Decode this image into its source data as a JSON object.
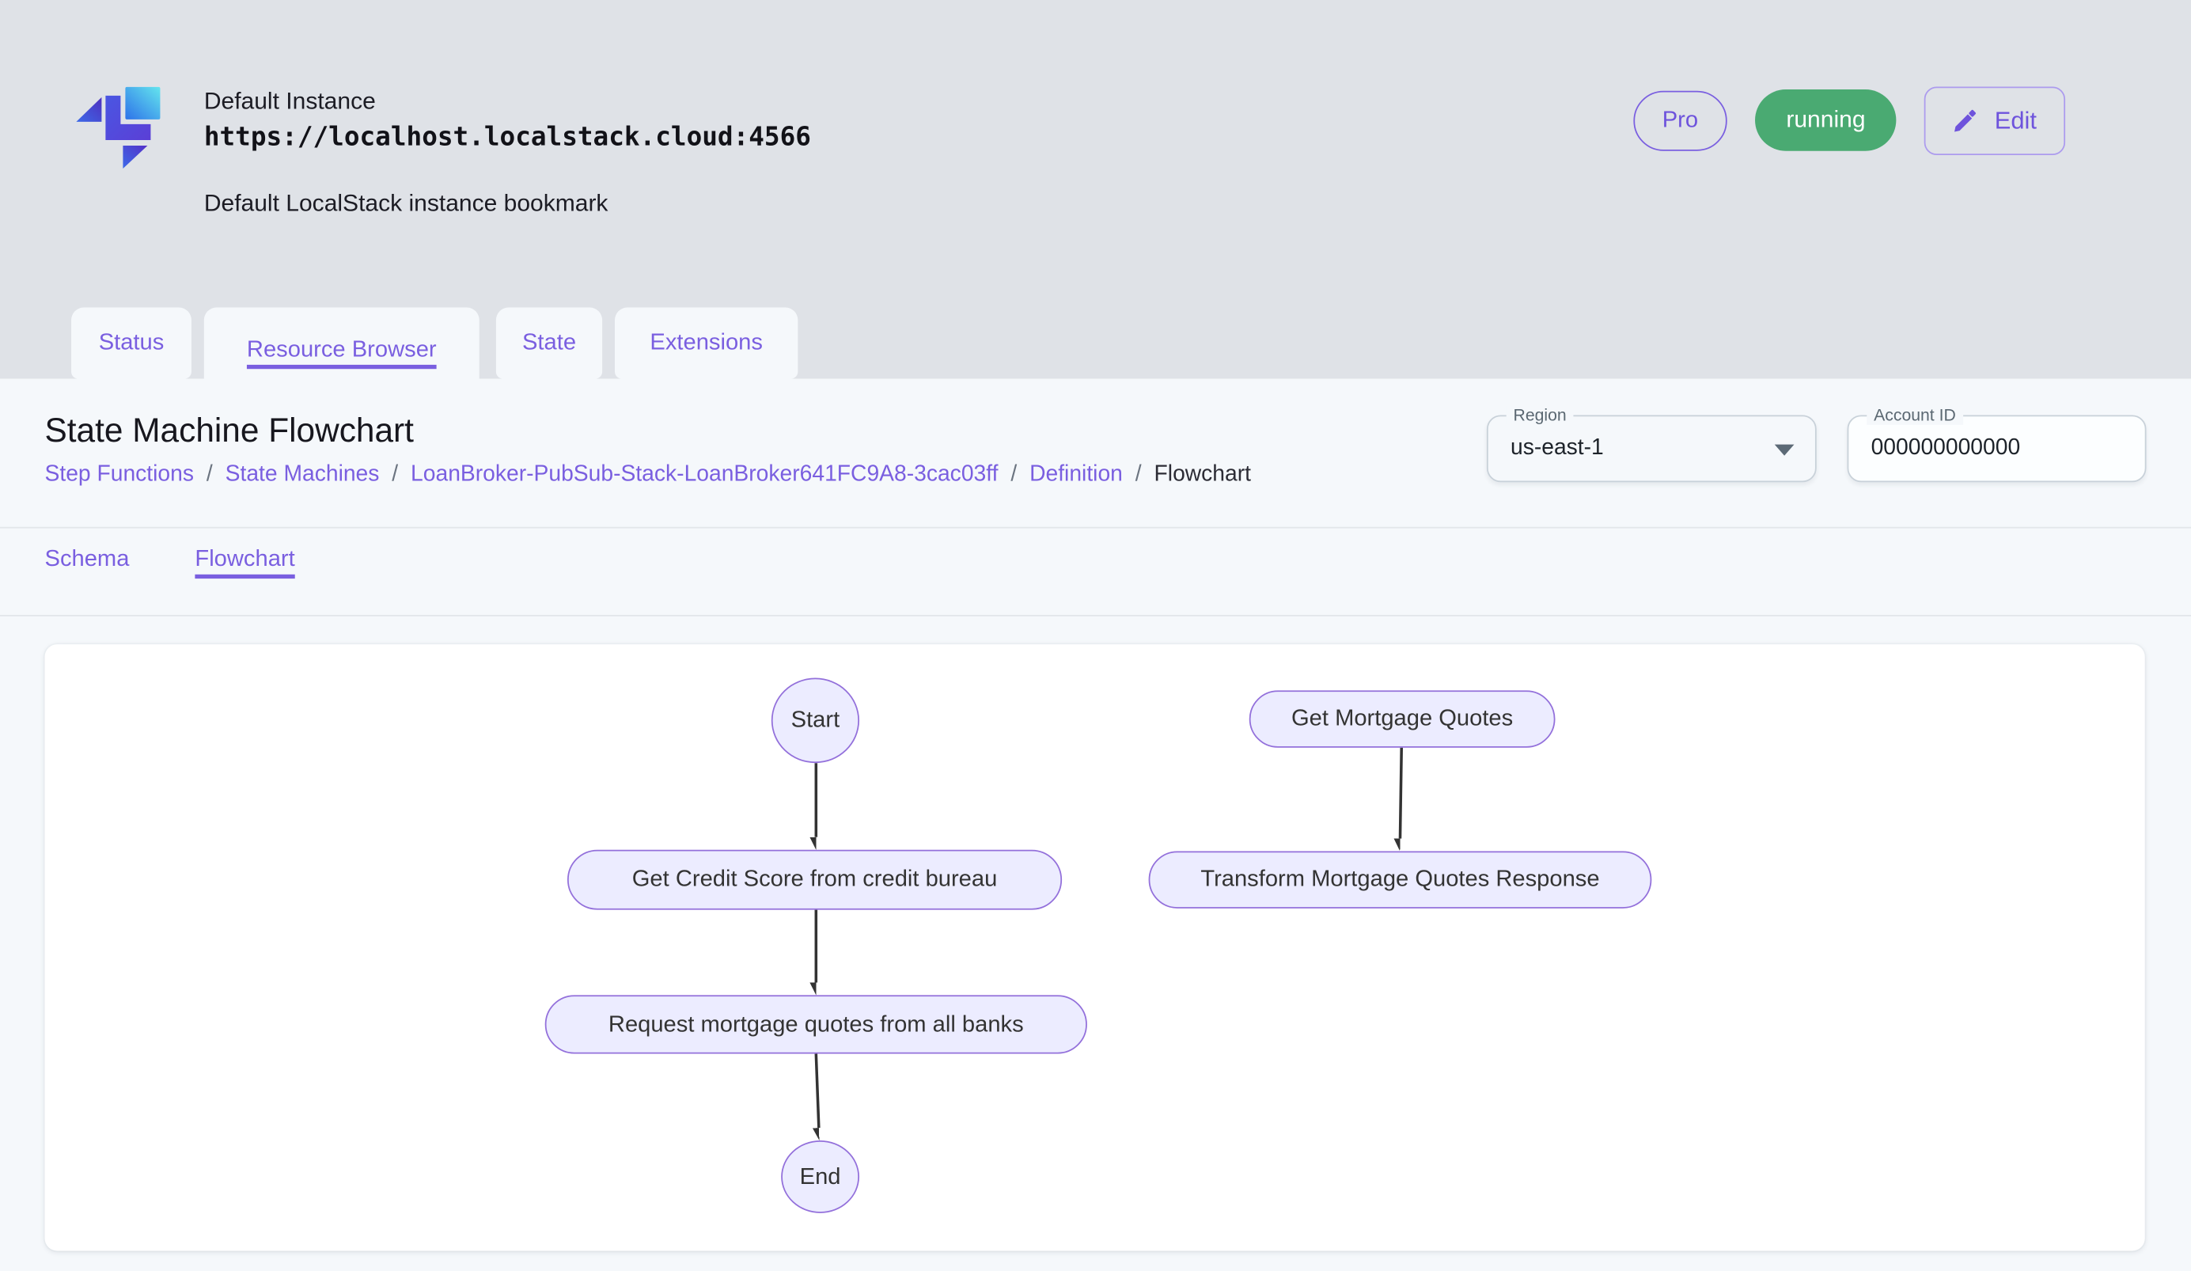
{
  "header": {
    "instance_label": "Default Instance",
    "instance_url": "https://localhost.localstack.cloud:4566",
    "instance_description": "Default LocalStack instance bookmark",
    "pro_badge": "Pro",
    "status_badge": "running",
    "edit_button": "Edit"
  },
  "tabs": [
    {
      "label": "Status",
      "active": false
    },
    {
      "label": "Resource Browser",
      "active": true
    },
    {
      "label": "State",
      "active": false
    },
    {
      "label": "Extensions",
      "active": false
    }
  ],
  "page": {
    "title": "State Machine Flowchart",
    "breadcrumb": [
      "Step Functions",
      "State Machines",
      "LoanBroker-PubSub-Stack-LoanBroker641FC9A8-3cac03ff",
      "Definition",
      "Flowchart"
    ],
    "breadcrumb_separator": "/",
    "region": {
      "label": "Region",
      "value": "us-east-1"
    },
    "account": {
      "label": "Account ID",
      "value": "000000000000"
    },
    "subtabs": [
      {
        "label": "Schema",
        "active": false
      },
      {
        "label": "Flowchart",
        "active": true
      }
    ]
  },
  "flowchart": {
    "nodes": [
      {
        "id": "start",
        "label": "Start",
        "type": "circle"
      },
      {
        "id": "get-credit-score",
        "label": "Get Credit Score from credit bureau",
        "type": "stadium"
      },
      {
        "id": "request-quotes",
        "label": "Request mortgage quotes from all banks",
        "type": "stadium"
      },
      {
        "id": "end",
        "label": "End",
        "type": "circle"
      },
      {
        "id": "get-mortgage-quotes",
        "label": "Get Mortgage Quotes",
        "type": "stadium"
      },
      {
        "id": "transform-response",
        "label": "Transform Mortgage Quotes Response",
        "type": "stadium"
      }
    ],
    "edges": [
      {
        "from": "start",
        "to": "get-credit-score"
      },
      {
        "from": "get-credit-score",
        "to": "request-quotes"
      },
      {
        "from": "request-quotes",
        "to": "end"
      },
      {
        "from": "get-mortgage-quotes",
        "to": "transform-response"
      }
    ]
  },
  "icons": {
    "edit": "pencil-icon",
    "region_dropdown": "chevron-down-icon"
  },
  "colors": {
    "header_bg": "#DFE2E7",
    "panel_bg": "#F5F8FB",
    "accent_purple": "#7A5FE0",
    "status_green": "#4AAA72",
    "node_fill": "#ECECFF",
    "node_stroke": "#9370DB",
    "arrow": "#333333"
  }
}
